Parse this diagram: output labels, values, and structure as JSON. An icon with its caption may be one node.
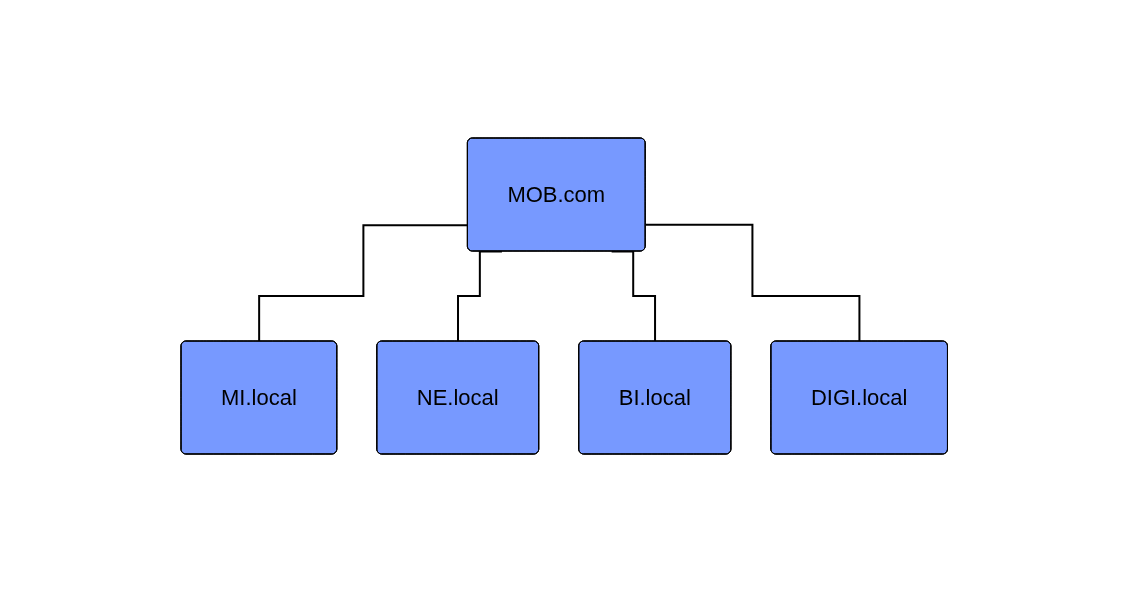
{
  "diagram": {
    "nodes": [
      {
        "text": [
          "MOB.com"
        ]
      },
      {
        "text": [
          "MI.local"
        ]
      },
      {
        "text": [
          "NE.local"
        ]
      },
      {
        "text": [
          "BI.local"
        ]
      },
      {
        "text": [
          "DIGI.local"
        ]
      }
    ],
    "edges": [
      {
        "from": 0,
        "to": 1,
        "arrow": "none"
      },
      {
        "from": 0,
        "to": 2,
        "arrow": "none"
      },
      {
        "from": 0,
        "to": 3,
        "arrow": "none"
      },
      {
        "from": 0,
        "to": 4,
        "arrow": "none"
      }
    ]
  }
}
